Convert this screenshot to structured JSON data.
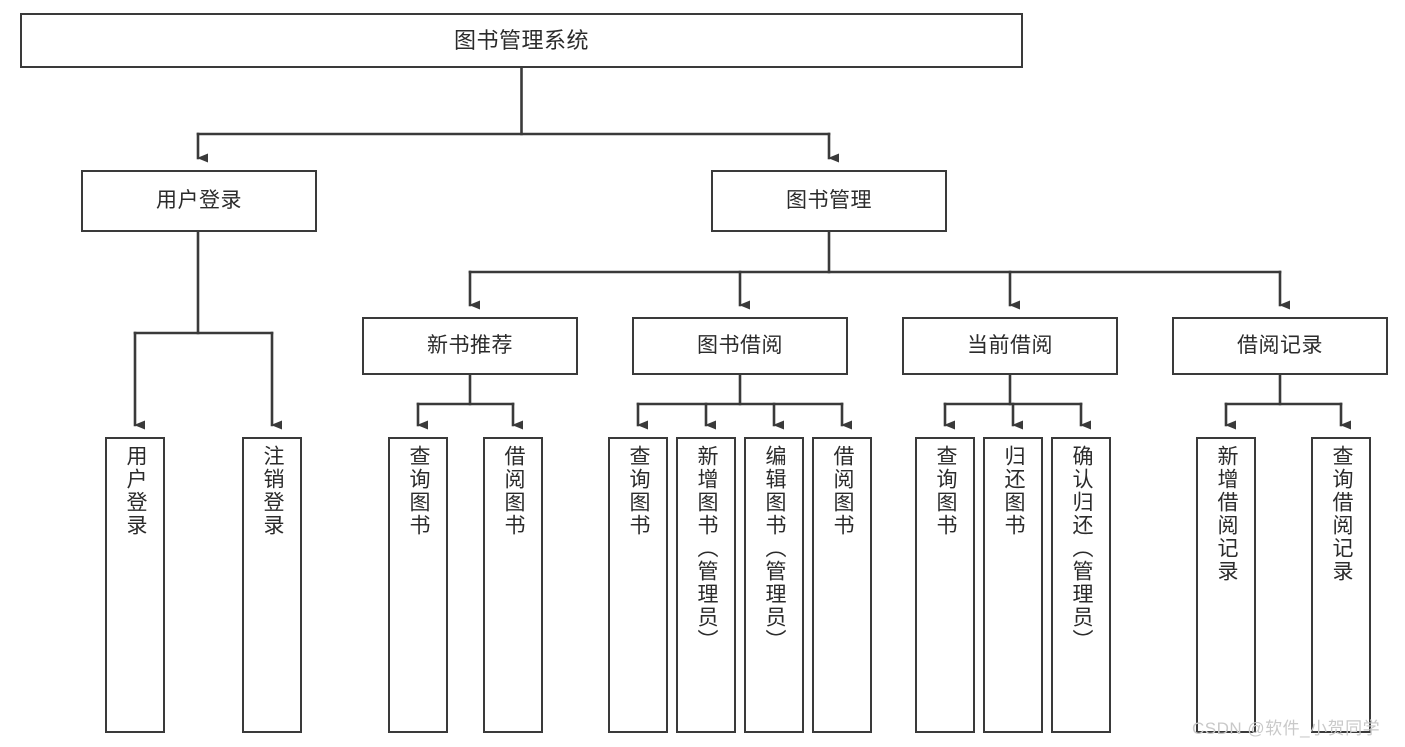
{
  "diagram": {
    "type": "tree",
    "title": "图书管理系统",
    "watermark": "CSDN @软件_小贺同学",
    "colors": {
      "box_border": "#3a3a3a",
      "box_fill": "#ffffff",
      "text": "#2b2b2b",
      "connector": "#3a3a3a",
      "watermark": "#c9c9c9",
      "background": "#ffffff"
    },
    "root": {
      "label": "图书管理系统"
    },
    "level2": [
      {
        "label": "用户登录"
      },
      {
        "label": "图书管理"
      }
    ],
    "level3": [
      {
        "label": "新书推荐"
      },
      {
        "label": "图书借阅"
      },
      {
        "label": "当前借阅"
      },
      {
        "label": "借阅记录"
      }
    ],
    "leaves": {
      "user_login": [
        {
          "label": "用户登录"
        },
        {
          "label": "注销登录"
        }
      ],
      "new_book_recommend": [
        {
          "label": "查询图书"
        },
        {
          "label": "借阅图书"
        }
      ],
      "book_borrow": [
        {
          "label": "查询图书"
        },
        {
          "label": "新增图书（管理员）"
        },
        {
          "label": "编辑图书（管理员）"
        },
        {
          "label": "借阅图书"
        }
      ],
      "current_borrow": [
        {
          "label": "查询图书"
        },
        {
          "label": "归还图书"
        },
        {
          "label": "确认归还（管理员）"
        }
      ],
      "borrow_record": [
        {
          "label": "新增借阅记录"
        },
        {
          "label": "查询借阅记录"
        }
      ]
    }
  }
}
